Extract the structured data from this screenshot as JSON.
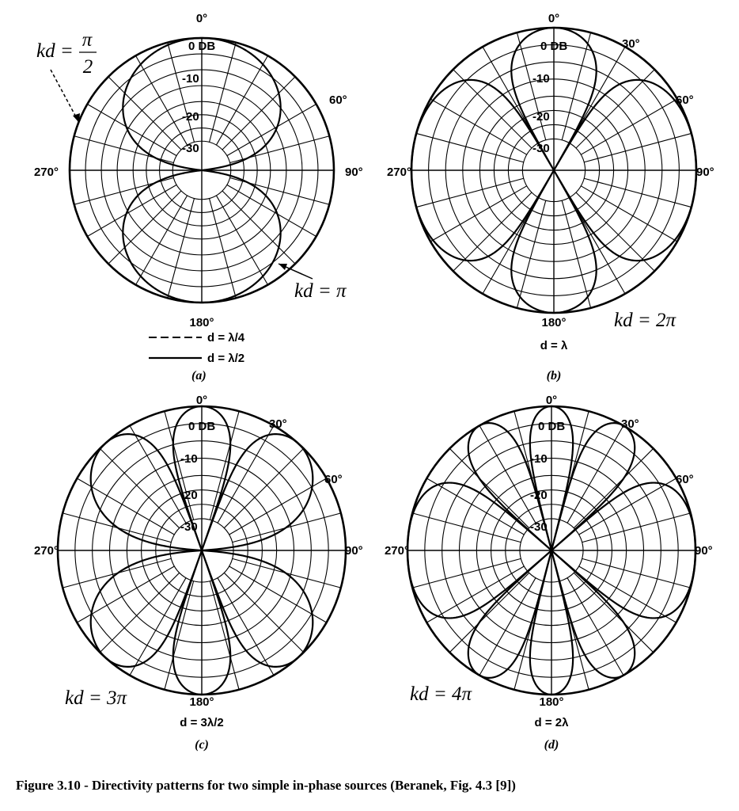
{
  "caption": "Figure 3.10 - Directivity patterns for two simple in-phase sources (Beranek, Fig. 4.3 [9])",
  "angle_labels": {
    "top": "0°",
    "a30": "30°",
    "a60": "60°",
    "right": "90°",
    "left": "270°",
    "bottom": "180°"
  },
  "db_labels": [
    "0 DB",
    "-10",
    "-20",
    "-30"
  ],
  "panels": [
    {
      "id": "a",
      "sub_label": "(a)",
      "kd": "",
      "pattern_kd_pi": 3.14159,
      "show_30": false,
      "legend": [
        {
          "style": "dashed",
          "label": "d = λ/4"
        },
        {
          "style": "solid",
          "label": "d = λ/2"
        }
      ],
      "annotations": [
        {
          "text": "kd = π/2",
          "id": "kd-pi-over-2"
        },
        {
          "text": "kd = π",
          "id": "kd-pi"
        }
      ]
    },
    {
      "id": "b",
      "sub_label": "(b)",
      "d_label": "d = λ",
      "kd": "kd = 2π",
      "pattern_kd_pi": 6.28318,
      "show_30": true
    },
    {
      "id": "c",
      "sub_label": "(c)",
      "d_label": "d = 3λ/2",
      "kd": "kd = 3π",
      "pattern_kd_pi": 9.42478,
      "show_30": true
    },
    {
      "id": "d",
      "sub_label": "(d)",
      "d_label": "d = 2λ",
      "kd": "kd = 4π",
      "pattern_kd_pi": 12.56637,
      "show_30": true
    }
  ]
}
